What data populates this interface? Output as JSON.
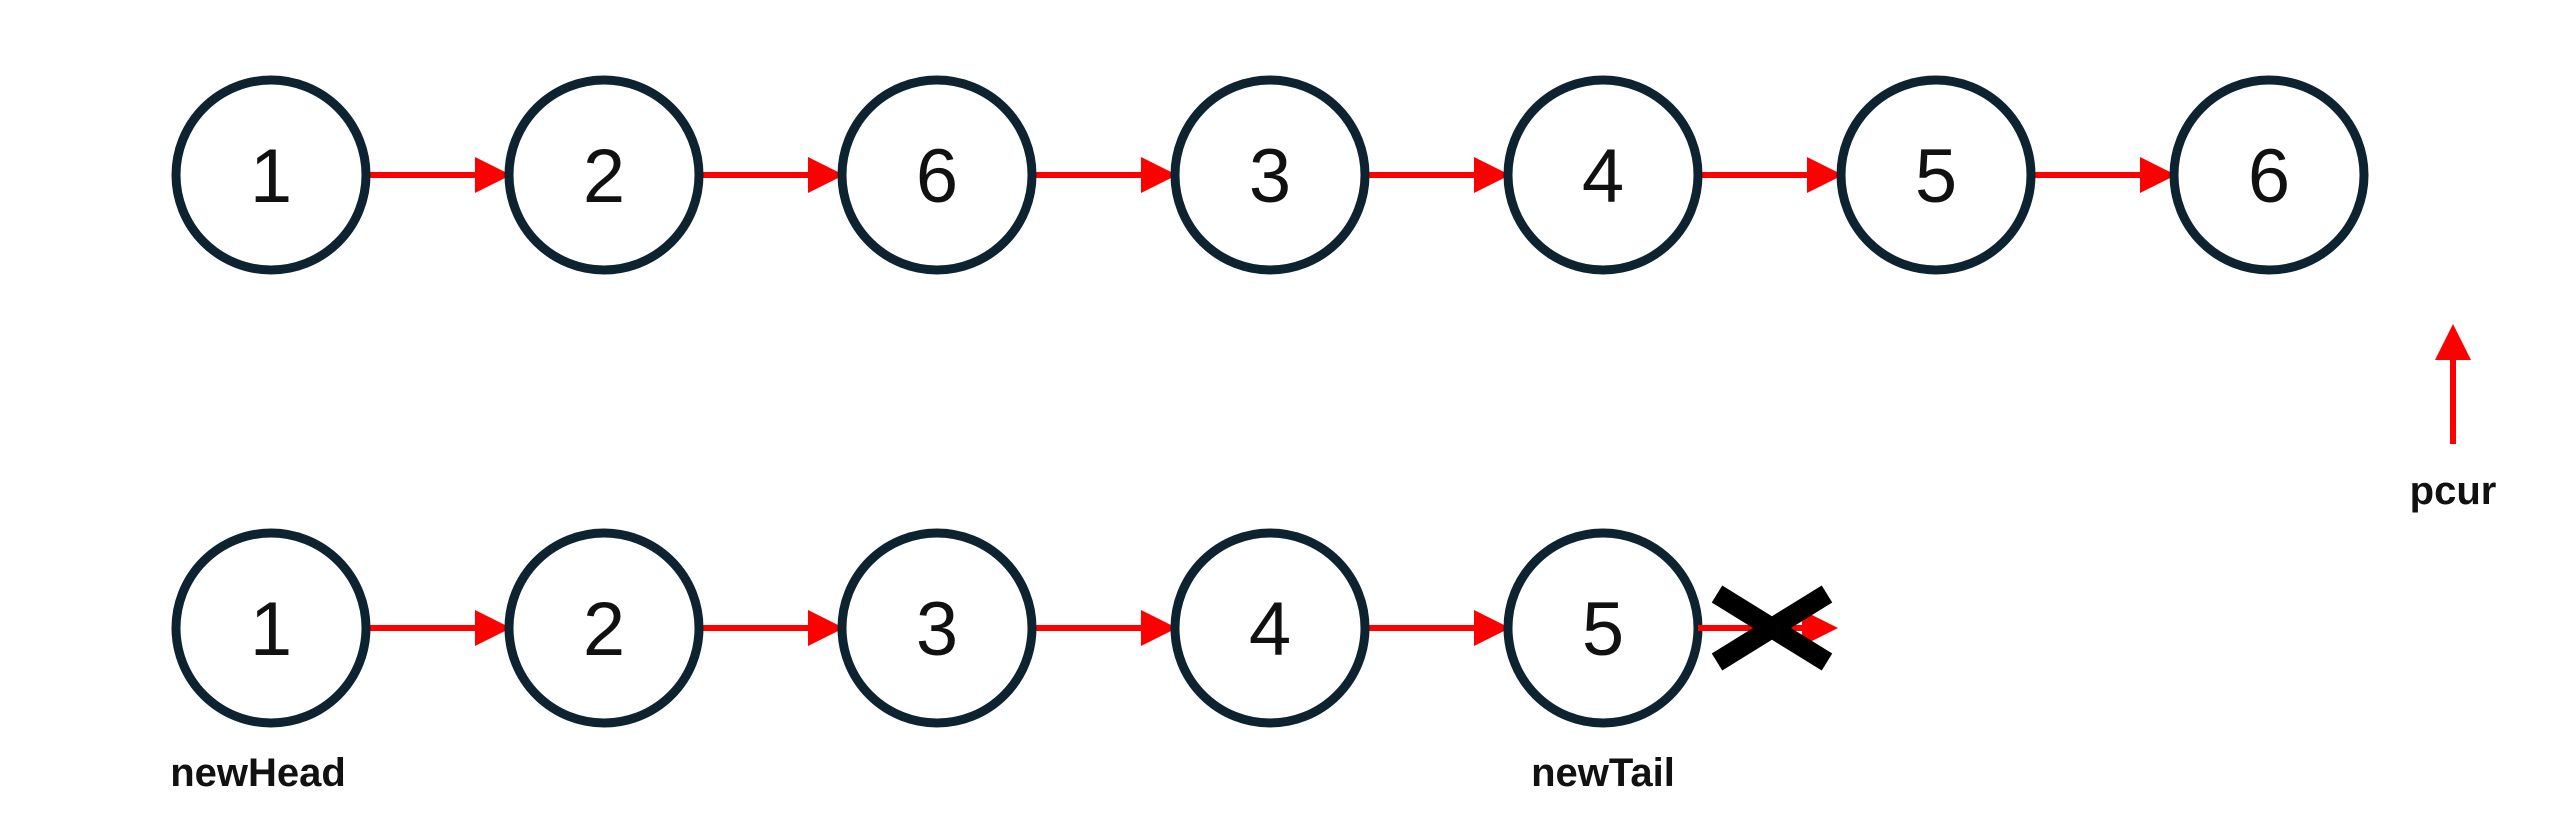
{
  "colors": {
    "node_stroke": "#0d2430",
    "arrow": "#ff0000",
    "cross": "#000000"
  },
  "top_list": {
    "values": [
      "1",
      "2",
      "6",
      "3",
      "4",
      "5",
      "6"
    ]
  },
  "bottom_list": {
    "values": [
      "1",
      "2",
      "3",
      "4",
      "5"
    ],
    "broken_next_after_last": true
  },
  "labels": {
    "new_head": "newHead",
    "new_tail": "newTail",
    "pcur": "pcur"
  },
  "icons": {
    "cross": "cross-icon",
    "pointer": "arrow-up-icon"
  }
}
